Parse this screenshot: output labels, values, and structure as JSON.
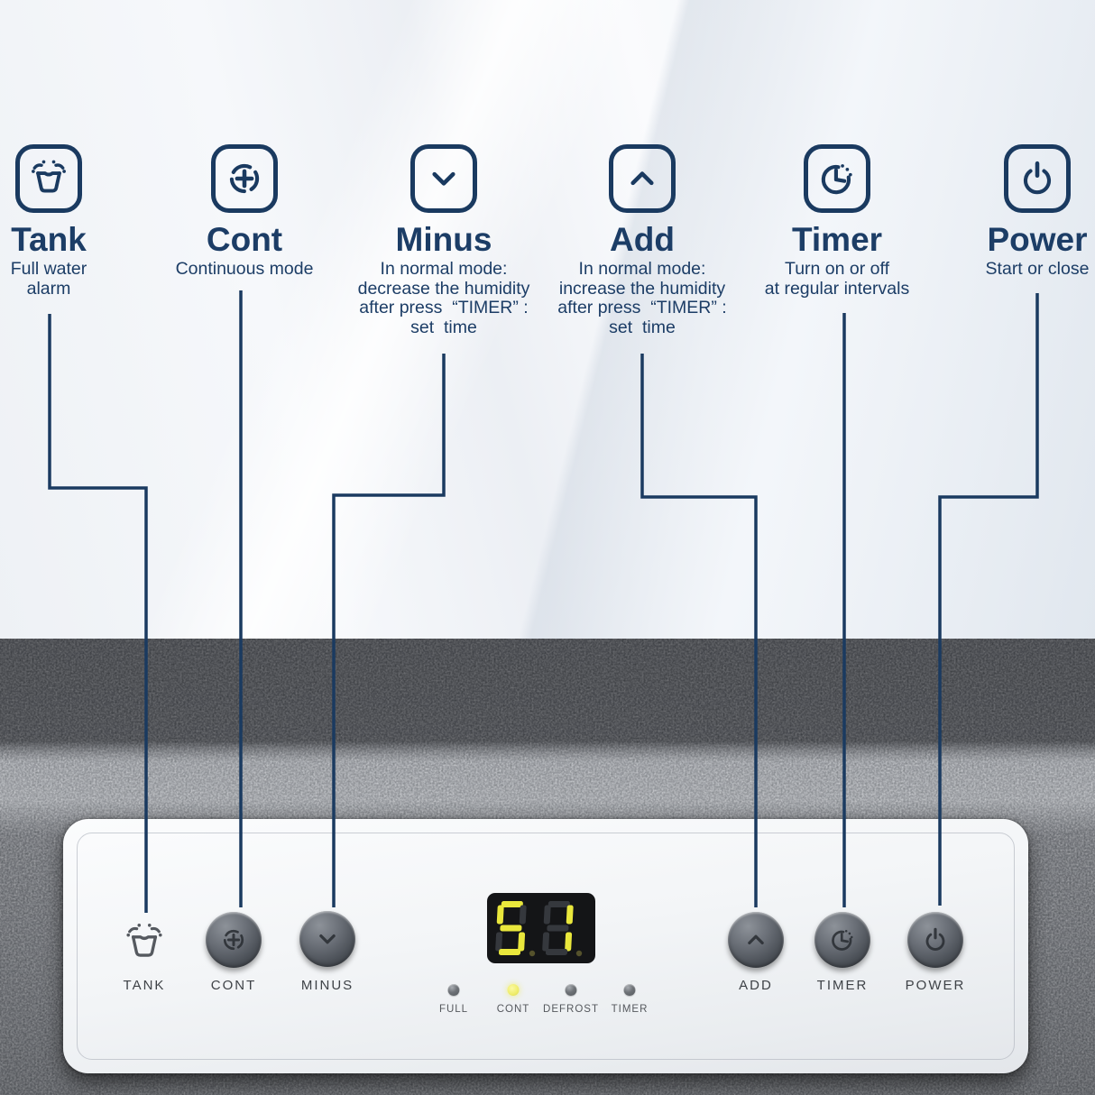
{
  "accent_color": "#1a3a60",
  "features": [
    {
      "icon": "water-tank-icon",
      "title": "Tank",
      "desc": [
        "Full water",
        "alarm"
      ]
    },
    {
      "icon": "fan-icon",
      "title": "Cont",
      "desc": [
        "Continuous mode"
      ]
    },
    {
      "icon": "chevron-down-icon",
      "title": "Minus",
      "desc": [
        "In normal mode:",
        "decrease the humidity",
        "after press  “TIMER” :",
        "set  time"
      ]
    },
    {
      "icon": "chevron-up-icon",
      "title": "Add",
      "desc": [
        "In normal mode:",
        "increase the humidity",
        "after press  “TIMER” :",
        "set  time"
      ]
    },
    {
      "icon": "timer-clock-icon",
      "title": "Timer",
      "desc": [
        "Turn on or off",
        "at regular intervals"
      ]
    },
    {
      "icon": "power-icon",
      "title": "Power",
      "desc": [
        "Start or close"
      ]
    }
  ],
  "panel": {
    "display_value": "51",
    "display_lit_color": "#e9e73c",
    "buttons": [
      {
        "label": "TANK",
        "icon": "water-tank-icon"
      },
      {
        "label": "CONT",
        "icon": "fan-icon"
      },
      {
        "label": "MINUS",
        "icon": "chevron-down-icon"
      },
      {
        "label": "ADD",
        "icon": "chevron-up-icon"
      },
      {
        "label": "TIMER",
        "icon": "timer-clock-icon"
      },
      {
        "label": "POWER",
        "icon": "power-icon"
      }
    ],
    "indicators": [
      {
        "label": "FULL",
        "lit": false
      },
      {
        "label": "CONT",
        "lit": true,
        "lit_color": "#f0ee6e"
      },
      {
        "label": "DEFROST",
        "lit": false
      },
      {
        "label": "TIMER",
        "lit": false
      }
    ]
  }
}
